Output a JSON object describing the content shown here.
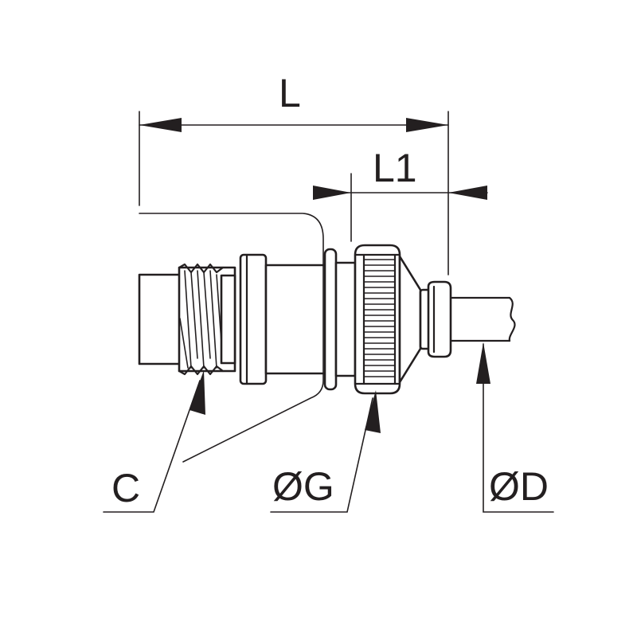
{
  "labels": {
    "length": "L",
    "length1": "L1",
    "thread": "C",
    "nut_diameter": "ØG",
    "tube_diameter": "ØD"
  },
  "colors": {
    "ink": "#231f20",
    "background": "#ffffff"
  }
}
